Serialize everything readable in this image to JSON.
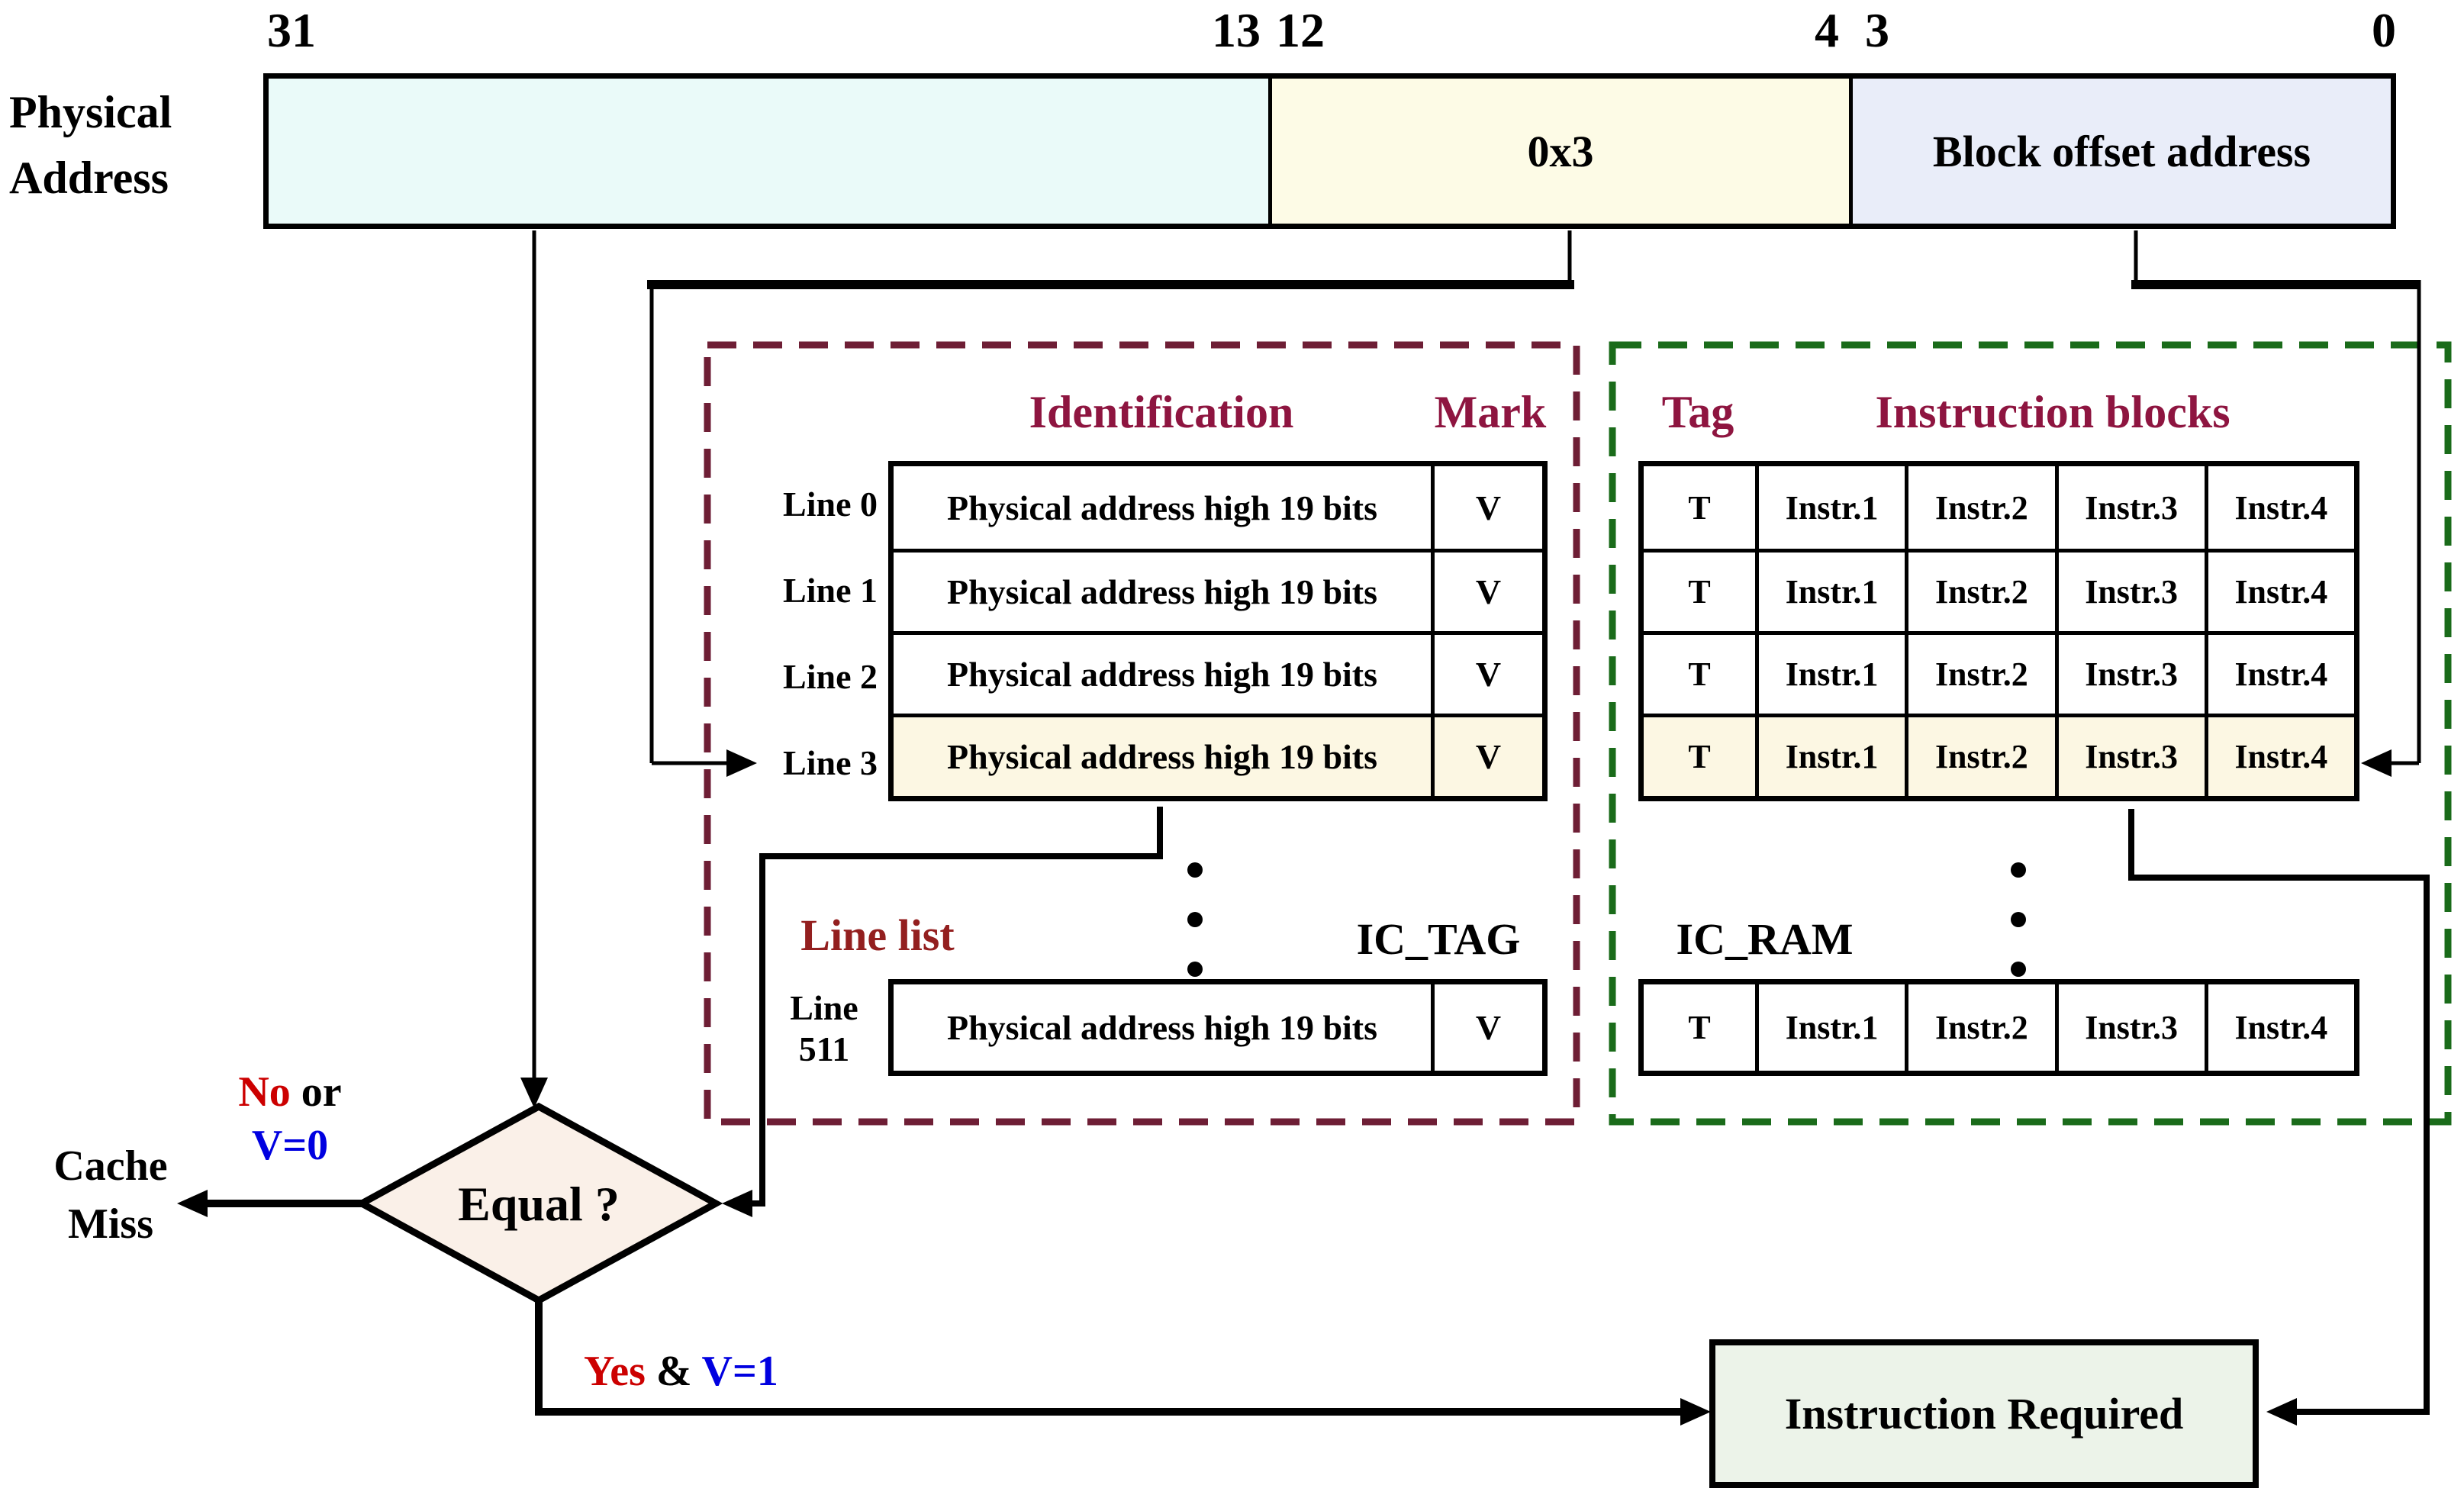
{
  "physical_address": {
    "label_line1": "Physical",
    "label_line2": "Address",
    "bits": [
      "31",
      "13",
      "12",
      "4",
      "3",
      "0"
    ],
    "segments": {
      "tag_text": "",
      "index_text": "0x3",
      "offset_text": "Block offset address"
    }
  },
  "tag_store": {
    "header_identification": "Identification",
    "header_mark": "Mark",
    "line_labels": [
      "Line 0",
      "Line 1",
      "Line 2",
      "Line 3"
    ],
    "row_text": "Physical address high 19 bits",
    "mark_text": "V",
    "last_line_label_line1": "Line",
    "last_line_label_line2": "511",
    "line_list_label": "Line list",
    "name_label": "IC_TAG"
  },
  "ram_store": {
    "header_tag": "Tag",
    "header_blocks": "Instruction blocks",
    "cells": [
      "T",
      "Instr.1",
      "Instr.2",
      "Instr.3",
      "Instr.4"
    ],
    "name_label": "IC_RAM"
  },
  "decision": {
    "text": "Equal ?",
    "no_label": "No",
    "or_label": " or",
    "v0_label": "V=0",
    "yes_label": "Yes",
    "amp_label": " & ",
    "v1_label": "V=1",
    "miss_line1": "Cache",
    "miss_line2": "Miss"
  },
  "result_box": {
    "label": "Instruction Required"
  },
  "colors": {
    "maroon_dash": "#6e1e35",
    "green_dash": "#1a6b1a",
    "header_text": "#8e1540",
    "line_list_text": "#931f1f",
    "red": "#cc0000",
    "blue": "#0000e0",
    "segment_tag": "#eafaf9",
    "segment_index": "#fdfbe6",
    "segment_offset": "#e9edf9",
    "highlight": "#fcf7e3",
    "diamond_fill": "#faf0e8",
    "result_fill": "#ecf3e9"
  }
}
